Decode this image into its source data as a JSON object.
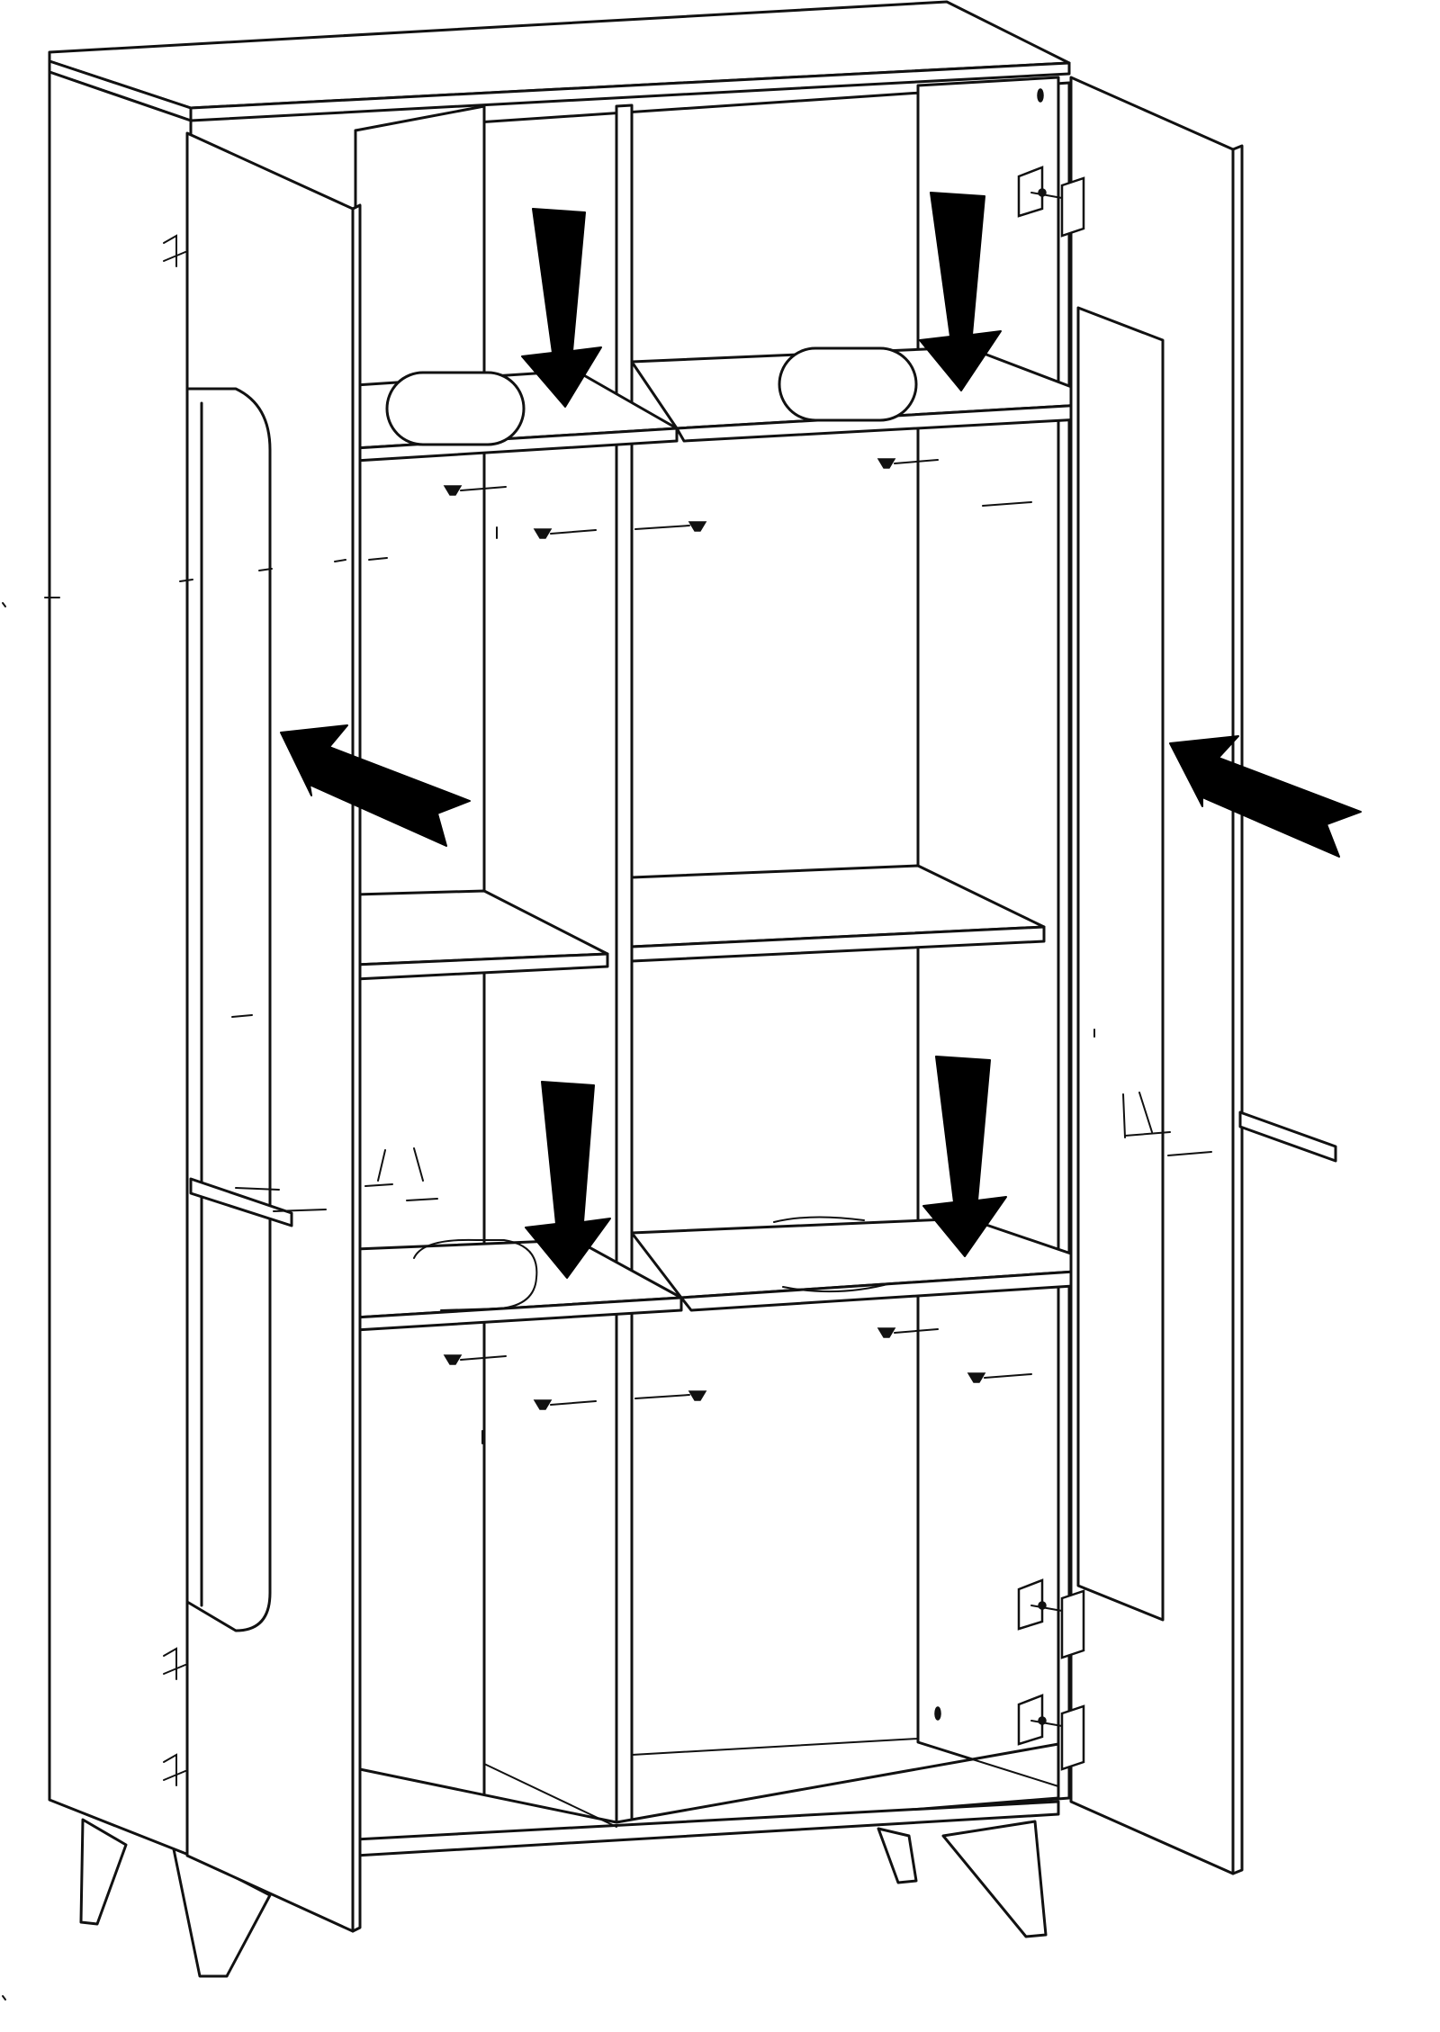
{
  "diagram": {
    "kind": "furniture-assembly-step",
    "colors": {
      "line": "#111111",
      "arrow": "#000000",
      "fill": "#ffffff"
    },
    "arrows": [
      {
        "id": "top-left-shelf",
        "direction": "down"
      },
      {
        "id": "top-right-shelf",
        "direction": "down"
      },
      {
        "id": "left-door-glass",
        "direction": "left"
      },
      {
        "id": "right-door-glass",
        "direction": "left"
      },
      {
        "id": "lower-left-shelf",
        "direction": "down"
      },
      {
        "id": "lower-right-shelf",
        "direction": "down"
      }
    ],
    "parts": [
      "cabinet-body",
      "left-door",
      "right-door",
      "glass-shelf",
      "shelf",
      "hinge",
      "handle",
      "leg",
      "shelf-pin"
    ]
  }
}
